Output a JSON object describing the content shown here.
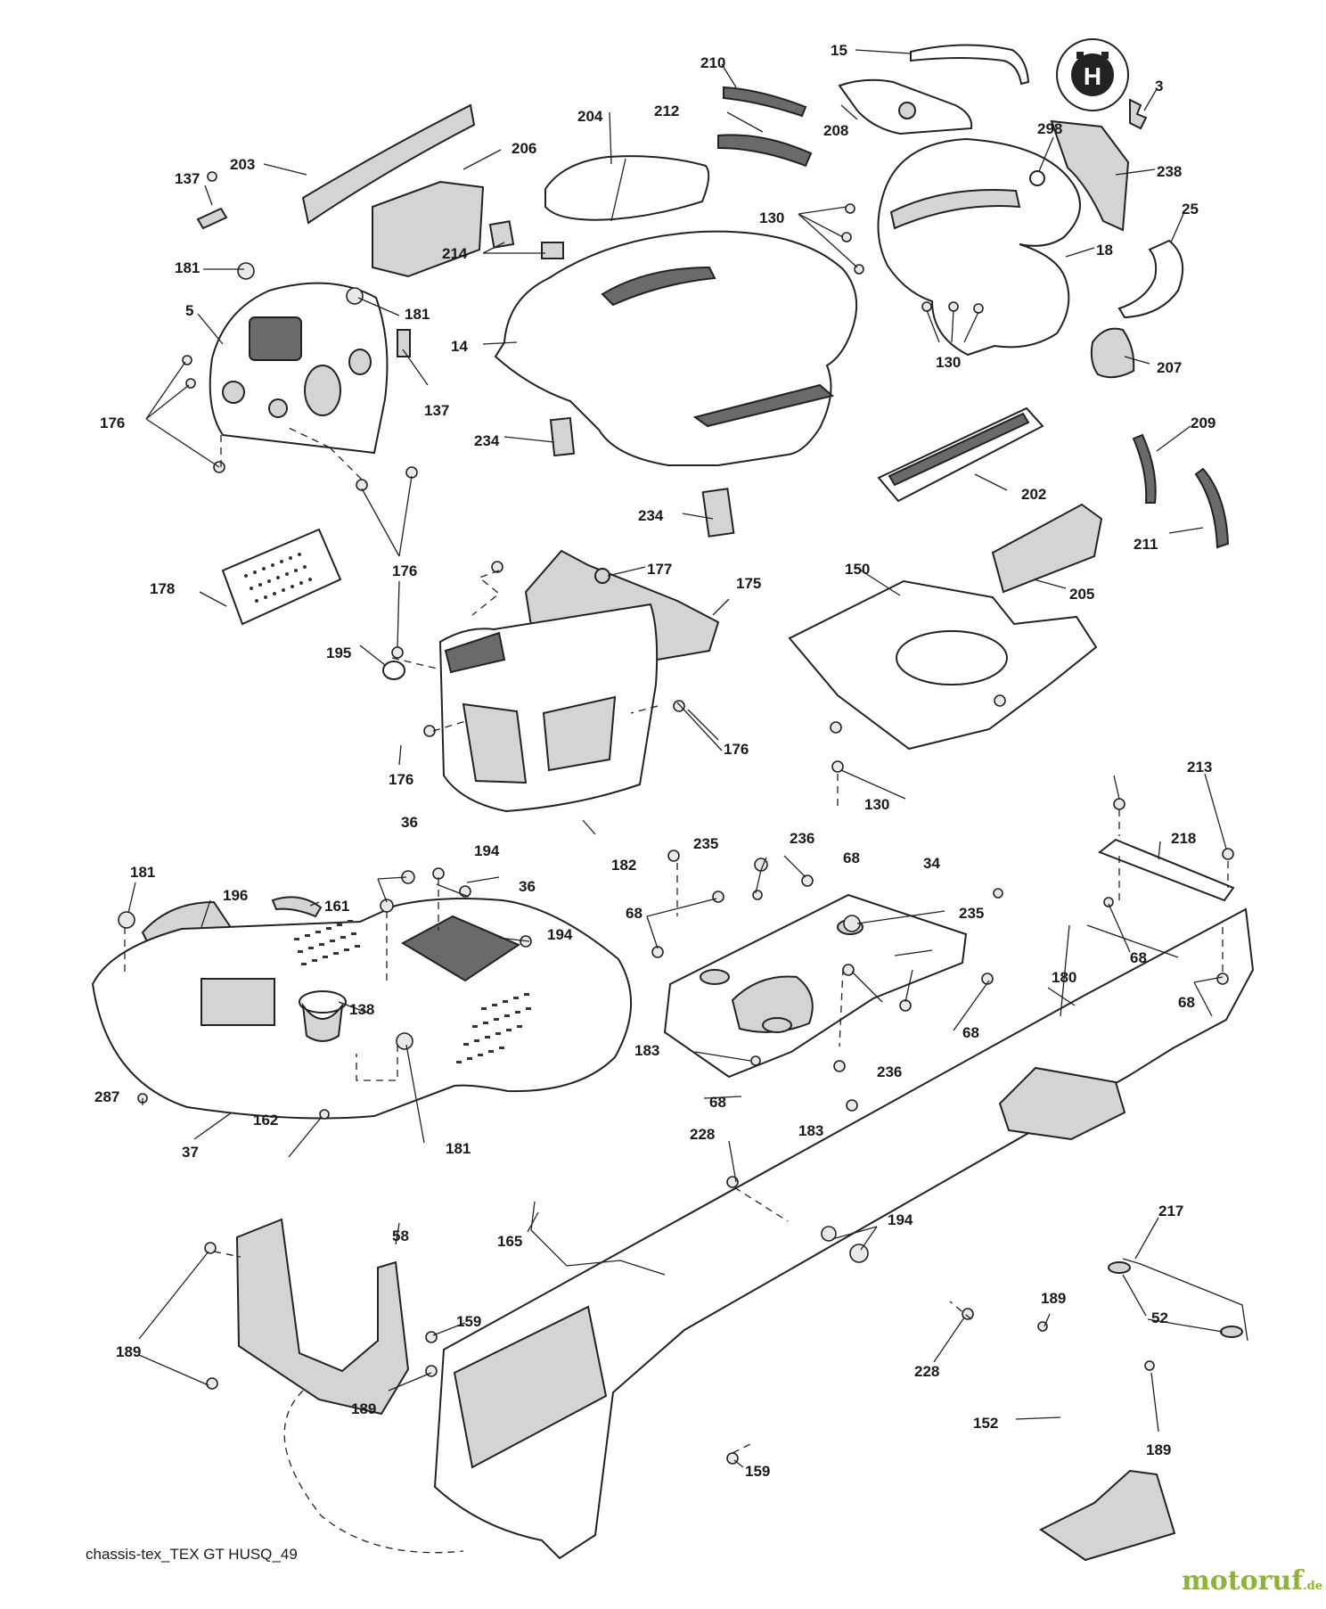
{
  "diagram": {
    "callouts": [
      {
        "id": "c-3",
        "text": "3"
      },
      {
        "id": "c-5",
        "text": "5"
      },
      {
        "id": "c-14",
        "text": "14"
      },
      {
        "id": "c-15",
        "text": "15"
      },
      {
        "id": "c-18",
        "text": "18"
      },
      {
        "id": "c-25",
        "text": "25"
      },
      {
        "id": "c-34",
        "text": "34"
      },
      {
        "id": "c-36a",
        "text": "36"
      },
      {
        "id": "c-36b",
        "text": "36"
      },
      {
        "id": "c-37",
        "text": "37"
      },
      {
        "id": "c-52",
        "text": "52"
      },
      {
        "id": "c-58",
        "text": "58"
      },
      {
        "id": "c-68a",
        "text": "68"
      },
      {
        "id": "c-68b",
        "text": "68"
      },
      {
        "id": "c-68c",
        "text": "68"
      },
      {
        "id": "c-68d",
        "text": "68"
      },
      {
        "id": "c-68e",
        "text": "68"
      },
      {
        "id": "c-68f",
        "text": "68"
      },
      {
        "id": "c-130a",
        "text": "130"
      },
      {
        "id": "c-130b",
        "text": "130"
      },
      {
        "id": "c-130c",
        "text": "130"
      },
      {
        "id": "c-137a",
        "text": "137"
      },
      {
        "id": "c-137b",
        "text": "137"
      },
      {
        "id": "c-138",
        "text": "138"
      },
      {
        "id": "c-150",
        "text": "150"
      },
      {
        "id": "c-152",
        "text": "152"
      },
      {
        "id": "c-159a",
        "text": "159"
      },
      {
        "id": "c-159b",
        "text": "159"
      },
      {
        "id": "c-161",
        "text": "161"
      },
      {
        "id": "c-162",
        "text": "162"
      },
      {
        "id": "c-165",
        "text": "165"
      },
      {
        "id": "c-175",
        "text": "175"
      },
      {
        "id": "c-176a",
        "text": "176"
      },
      {
        "id": "c-176b",
        "text": "176"
      },
      {
        "id": "c-176c",
        "text": "176"
      },
      {
        "id": "c-176d",
        "text": "176"
      },
      {
        "id": "c-177",
        "text": "177"
      },
      {
        "id": "c-178",
        "text": "178"
      },
      {
        "id": "c-180",
        "text": "180"
      },
      {
        "id": "c-181a",
        "text": "181"
      },
      {
        "id": "c-181b",
        "text": "181"
      },
      {
        "id": "c-181c",
        "text": "181"
      },
      {
        "id": "c-181d",
        "text": "181"
      },
      {
        "id": "c-182",
        "text": "182"
      },
      {
        "id": "c-183a",
        "text": "183"
      },
      {
        "id": "c-183b",
        "text": "183"
      },
      {
        "id": "c-189a",
        "text": "189"
      },
      {
        "id": "c-189b",
        "text": "189"
      },
      {
        "id": "c-189c",
        "text": "189"
      },
      {
        "id": "c-189d",
        "text": "189"
      },
      {
        "id": "c-194a",
        "text": "194"
      },
      {
        "id": "c-194b",
        "text": "194"
      },
      {
        "id": "c-194c",
        "text": "194"
      },
      {
        "id": "c-195",
        "text": "195"
      },
      {
        "id": "c-196",
        "text": "196"
      },
      {
        "id": "c-202",
        "text": "202"
      },
      {
        "id": "c-203",
        "text": "203"
      },
      {
        "id": "c-204",
        "text": "204"
      },
      {
        "id": "c-205",
        "text": "205"
      },
      {
        "id": "c-206",
        "text": "206"
      },
      {
        "id": "c-207",
        "text": "207"
      },
      {
        "id": "c-208",
        "text": "208"
      },
      {
        "id": "c-209",
        "text": "209"
      },
      {
        "id": "c-210",
        "text": "210"
      },
      {
        "id": "c-211",
        "text": "211"
      },
      {
        "id": "c-212",
        "text": "212"
      },
      {
        "id": "c-213",
        "text": "213"
      },
      {
        "id": "c-214",
        "text": "214"
      },
      {
        "id": "c-217",
        "text": "217"
      },
      {
        "id": "c-218",
        "text": "218"
      },
      {
        "id": "c-228a",
        "text": "228"
      },
      {
        "id": "c-228b",
        "text": "228"
      },
      {
        "id": "c-234a",
        "text": "234"
      },
      {
        "id": "c-234b",
        "text": "234"
      },
      {
        "id": "c-235a",
        "text": "235"
      },
      {
        "id": "c-235b",
        "text": "235"
      },
      {
        "id": "c-236a",
        "text": "236"
      },
      {
        "id": "c-236b",
        "text": "236"
      },
      {
        "id": "c-238",
        "text": "238"
      },
      {
        "id": "c-287",
        "text": "287"
      },
      {
        "id": "c-298",
        "text": "298"
      }
    ],
    "reference": "chassis-tex_TEX GT HUSQ_49",
    "logo_letter": "H"
  },
  "watermark": {
    "main": "motoruf",
    "suffix": ".de",
    "color": "#8fb339"
  }
}
